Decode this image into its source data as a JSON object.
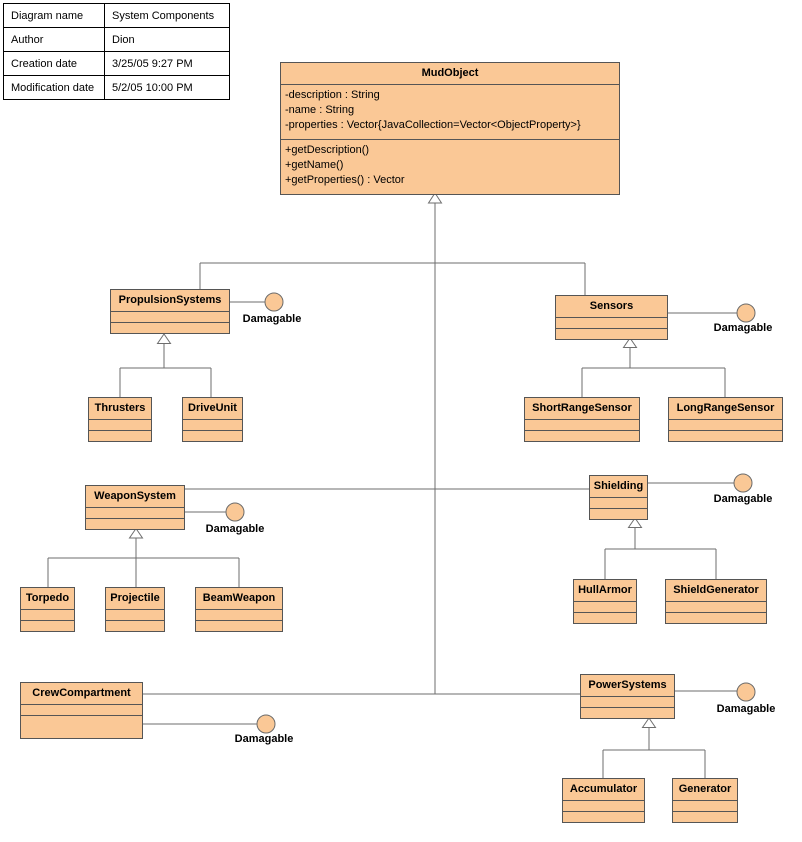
{
  "info_table": {
    "rows": [
      {
        "label": "Diagram name",
        "value": "System Components"
      },
      {
        "label": "Author",
        "value": "Dion"
      },
      {
        "label": "Creation date",
        "value": "3/25/05 9:27 PM"
      },
      {
        "label": "Modification date",
        "value": "5/2/05 10:00 PM"
      }
    ]
  },
  "mud_object": {
    "name": "MudObject",
    "attributes": [
      "-description : String",
      "-name : String",
      "-properties : Vector{JavaCollection=Vector<ObjectProperty>}"
    ],
    "operations": [
      "+getDescription()",
      "+getName()",
      "+getProperties() : Vector"
    ]
  },
  "classes": [
    {
      "name": "PropulsionSystems"
    },
    {
      "name": "Sensors"
    },
    {
      "name": "Thrusters"
    },
    {
      "name": "DriveUnit"
    },
    {
      "name": "ShortRangeSensor"
    },
    {
      "name": "LongRangeSensor"
    },
    {
      "name": "WeaponSystem"
    },
    {
      "name": "Shielding"
    },
    {
      "name": "Torpedo"
    },
    {
      "name": "Projectile"
    },
    {
      "name": "BeamWeapon"
    },
    {
      "name": "HullArmor"
    },
    {
      "name": "ShieldGenerator"
    },
    {
      "name": "CrewCompartment"
    },
    {
      "name": "PowerSystems"
    },
    {
      "name": "Accumulator"
    },
    {
      "name": "Generator"
    }
  ],
  "lollipops": [
    {
      "label": "Damagable"
    },
    {
      "label": "Damagable"
    },
    {
      "label": "Damagable"
    },
    {
      "label": "Damagable"
    },
    {
      "label": "Damagable"
    },
    {
      "label": "Damagable"
    }
  ],
  "colors": {
    "class_fill": "#FAC896",
    "class_border": "#555555",
    "connector": "#6E6E6E",
    "background": "#FFFFFF"
  }
}
